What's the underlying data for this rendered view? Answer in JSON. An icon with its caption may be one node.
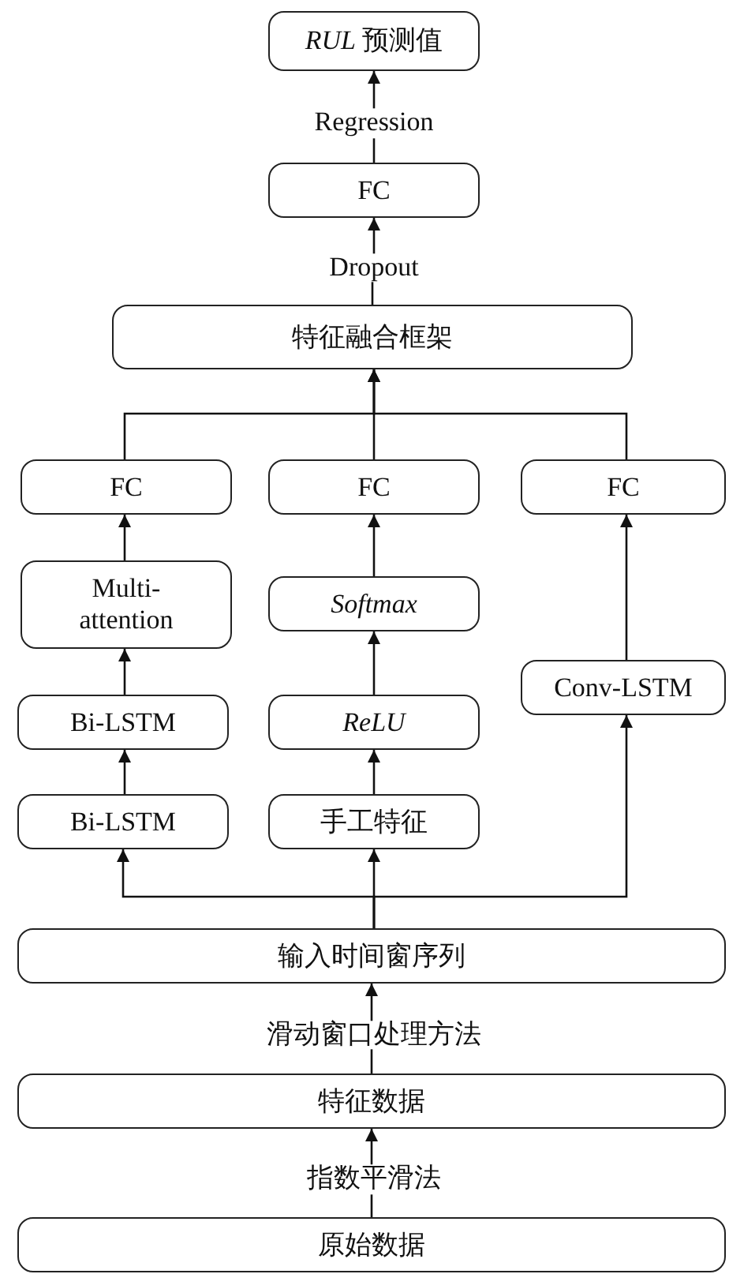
{
  "diagram": {
    "nodes": [
      {
        "text": [
          "*RUL* 预测值"
        ]
      },
      {
        "text": [
          "FC"
        ]
      },
      {
        "text": [
          "特征融合框架"
        ]
      },
      {
        "text": [
          "FC"
        ]
      },
      {
        "text": [
          "FC"
        ]
      },
      {
        "text": [
          "FC"
        ]
      },
      {
        "text": [
          "Multi-attention"
        ]
      },
      {
        "text": [
          "*Softmax*"
        ]
      },
      {
        "text": [
          "Conv-LSTM"
        ]
      },
      {
        "text": [
          "Bi-LSTM"
        ]
      },
      {
        "text": [
          "*ReLU*"
        ]
      },
      {
        "text": [
          "Bi-LSTM"
        ]
      },
      {
        "text": [
          "手工特征"
        ]
      },
      {
        "text": [
          "输入时间窗序列"
        ]
      },
      {
        "text": [
          "特征数据"
        ]
      },
      {
        "text": [
          "原始数据"
        ]
      }
    ],
    "edges": [
      {
        "from": 1,
        "to": 0,
        "arrow": "to",
        "label": "Regression"
      },
      {
        "from": 2,
        "to": 1,
        "arrow": "to",
        "label": "Dropout"
      },
      {
        "from": 3,
        "to": 2,
        "arrow": "to"
      },
      {
        "from": 4,
        "to": 2,
        "arrow": "to"
      },
      {
        "from": 5,
        "to": 2,
        "arrow": "to"
      },
      {
        "from": 6,
        "to": 3,
        "arrow": "to"
      },
      {
        "from": 9,
        "to": 6,
        "arrow": "to"
      },
      {
        "from": 11,
        "to": 9,
        "arrow": "to"
      },
      {
        "from": 7,
        "to": 4,
        "arrow": "to"
      },
      {
        "from": 10,
        "to": 7,
        "arrow": "to"
      },
      {
        "from": 12,
        "to": 10,
        "arrow": "to"
      },
      {
        "from": 8,
        "to": 5,
        "arrow": "to"
      },
      {
        "from": 13,
        "to": 11,
        "arrow": "to"
      },
      {
        "from": 13,
        "to": 12,
        "arrow": "to"
      },
      {
        "from": 13,
        "to": 8,
        "arrow": "to"
      },
      {
        "from": 14,
        "to": 13,
        "arrow": "to",
        "label": "滑动窗口处理方法"
      },
      {
        "from": 15,
        "to": 14,
        "arrow": "to",
        "label": "指数平滑法"
      }
    ]
  }
}
